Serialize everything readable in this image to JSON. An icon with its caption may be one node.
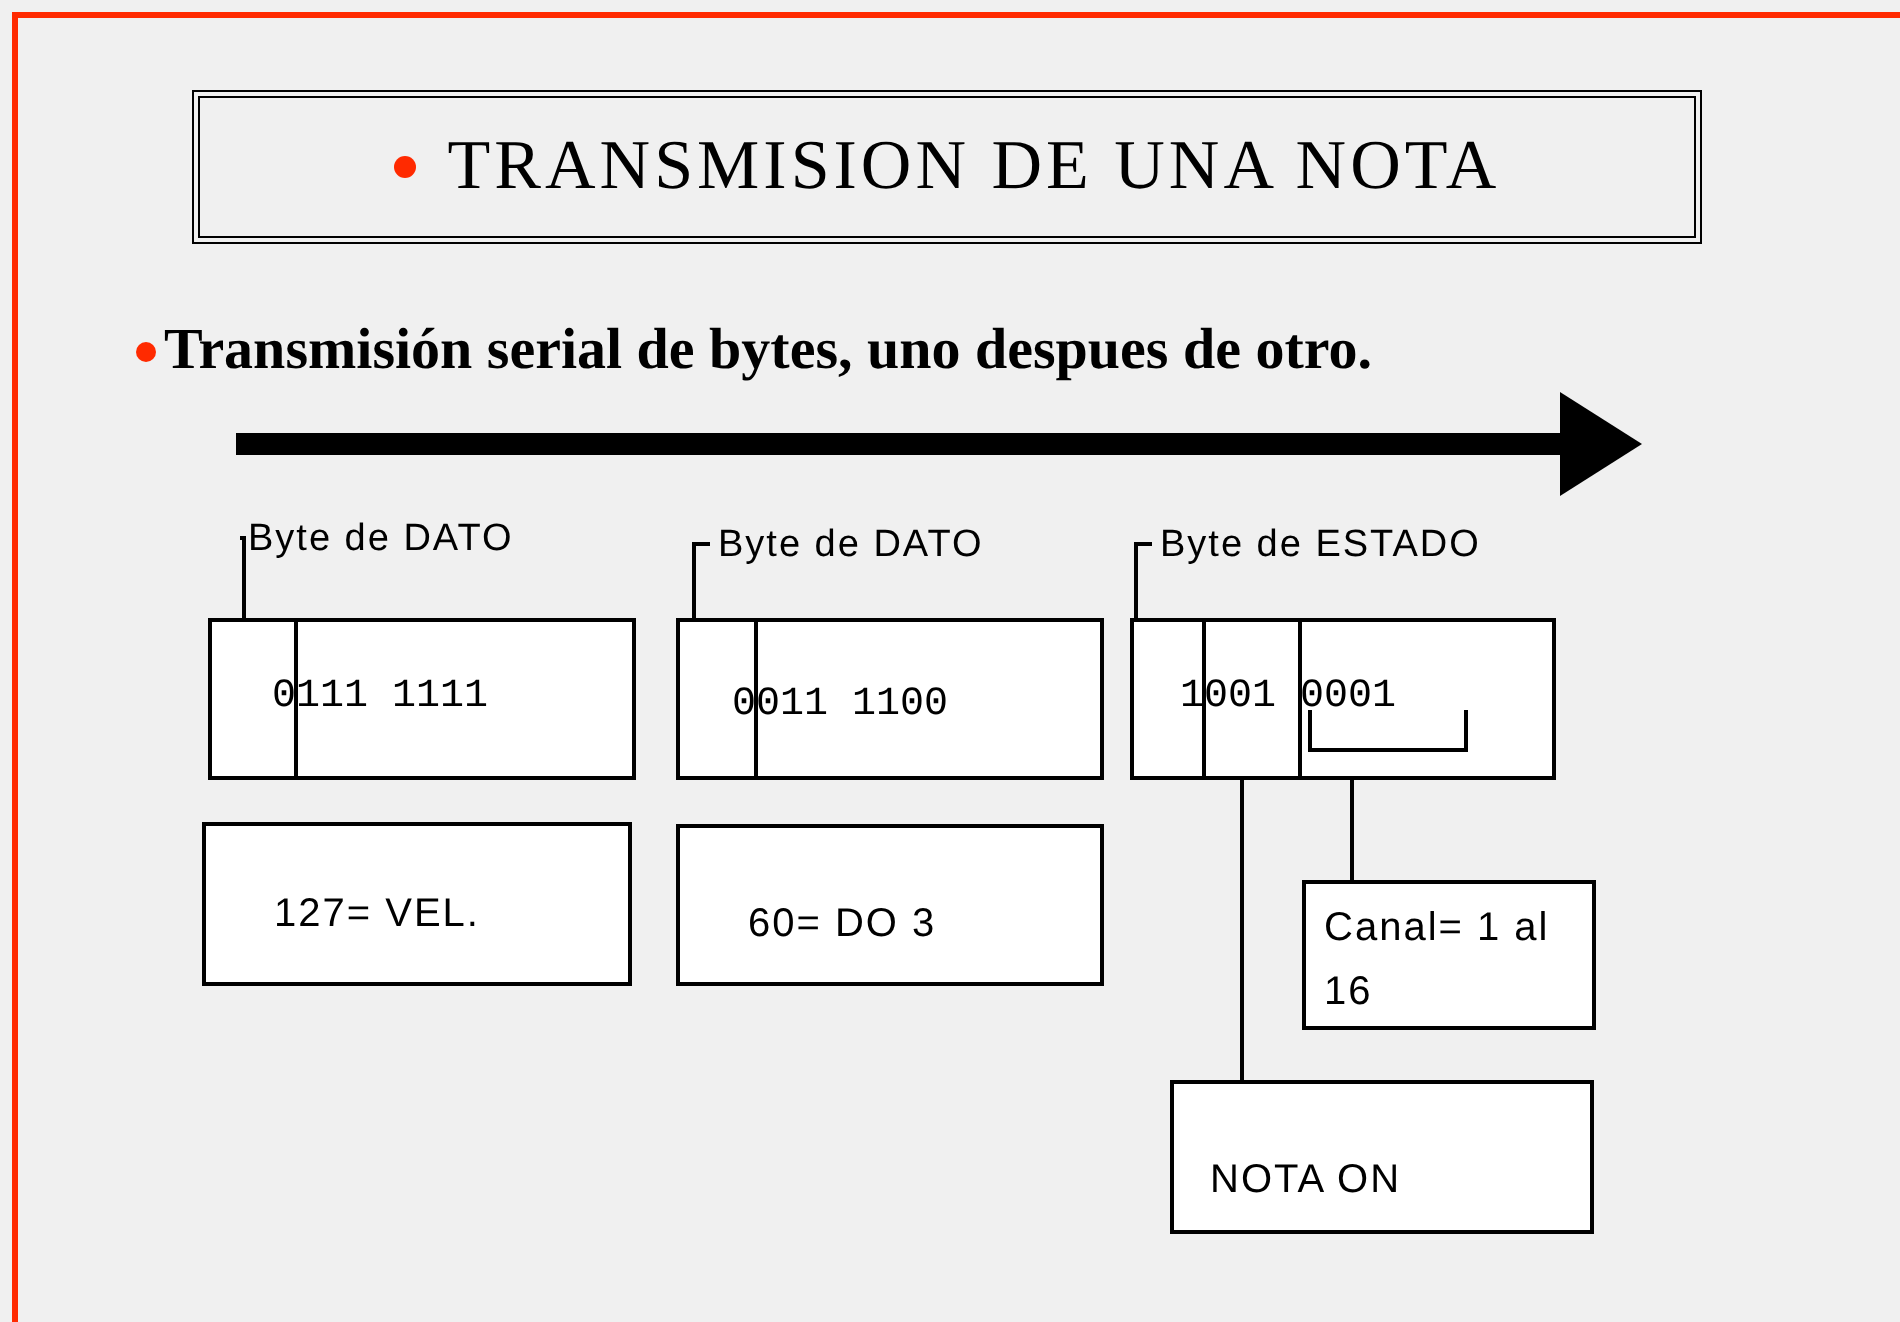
{
  "diagram": {
    "title": "TRANSMISION DE UNA NOTA",
    "nodes": [
      {
        "text": [
          "Byte de DATO"
        ]
      },
      {
        "text": [
          "0111 1111"
        ]
      },
      {
        "text": [
          "127= VEL."
        ]
      },
      {
        "text": [
          "Byte de DATO"
        ]
      },
      {
        "text": [
          "0011 1100"
        ]
      },
      {
        "text": [
          "60= DO 3"
        ]
      },
      {
        "text": [
          "Byte de ESTADO"
        ]
      },
      {
        "text": [
          "1001 0001"
        ]
      },
      {
        "text": [
          "Canal= 1 al 16"
        ]
      },
      {
        "text": [
          "NOTA ON"
        ]
      }
    ],
    "edges": [
      {
        "from": 0,
        "to": 1,
        "arrow": "none"
      },
      {
        "from": 3,
        "to": 4,
        "arrow": "none"
      },
      {
        "from": 6,
        "to": 7,
        "arrow": "none"
      },
      {
        "from": 7,
        "to": 8,
        "arrow": "none"
      },
      {
        "from": 7,
        "to": 9,
        "arrow": "none"
      }
    ],
    "labels": [
      "Transmisión serial de bytes, uno despues de otro."
    ]
  }
}
